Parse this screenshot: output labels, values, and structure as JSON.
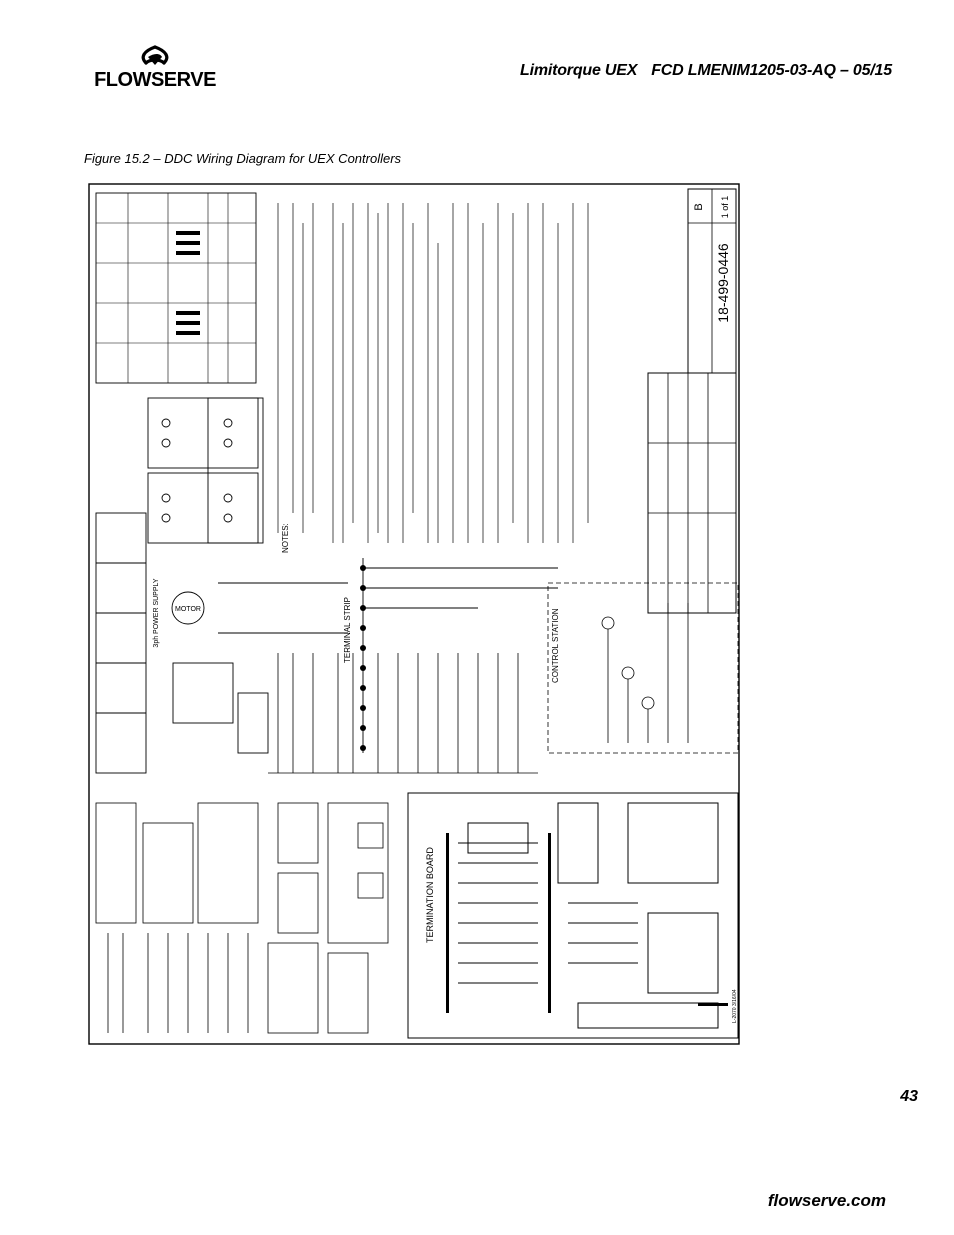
{
  "header": {
    "brand": "FLOWSERVE",
    "product": "Limitorque UEX",
    "doc_code": "FCD LMENIM1205-03-AQ – 05/15"
  },
  "figure": {
    "caption": "Figure 15.2 – DDC Wiring Diagram for UEX Controllers"
  },
  "diagram": {
    "labels": {
      "terminal_board": "TERMINATION BOARD",
      "terminal_strip": "TERMINAL STRIP",
      "control_station": "CONTROL STATION",
      "motor_power": "3ph POWER SUPPLY",
      "drawing_number": "18-499-0446",
      "sheet": "1 of 1",
      "rev": "B",
      "notes_title": "NOTES:"
    }
  },
  "footer": {
    "page_number": "43",
    "url": "flowserve.com"
  }
}
